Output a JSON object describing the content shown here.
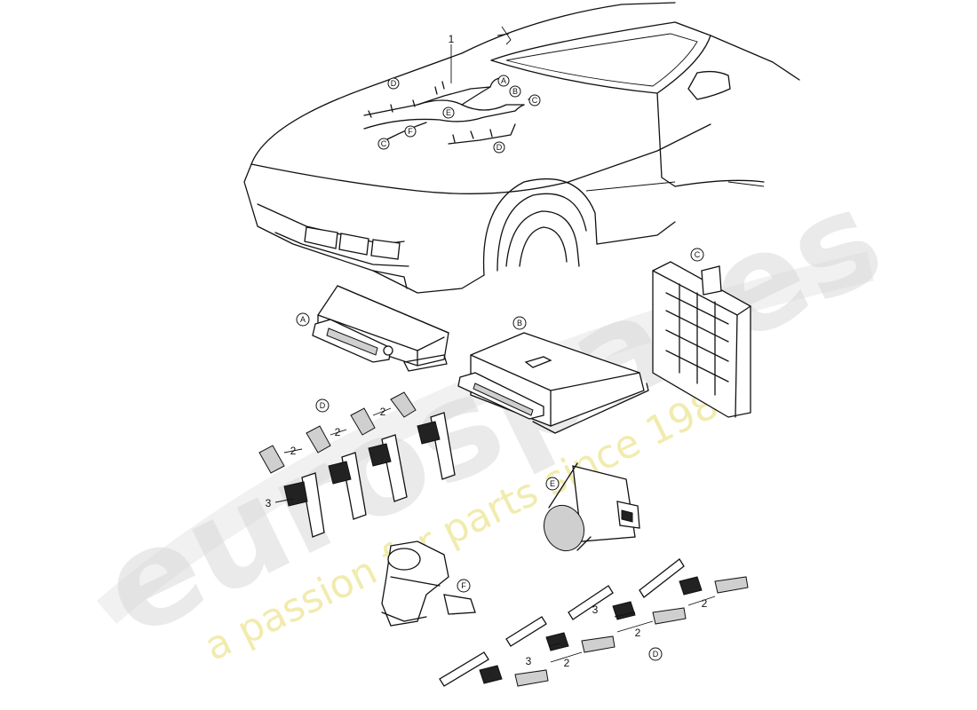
{
  "watermark": {
    "brand": "eurospares",
    "tagline": "a passion for parts since 1985",
    "tagline_color": "#eee79a"
  },
  "callouts": {
    "A": "A",
    "B": "B",
    "C": "C",
    "D": "D",
    "E": "E",
    "F": "F"
  },
  "part_numbers": {
    "harness": "1",
    "plug": "2",
    "injector": "3"
  }
}
